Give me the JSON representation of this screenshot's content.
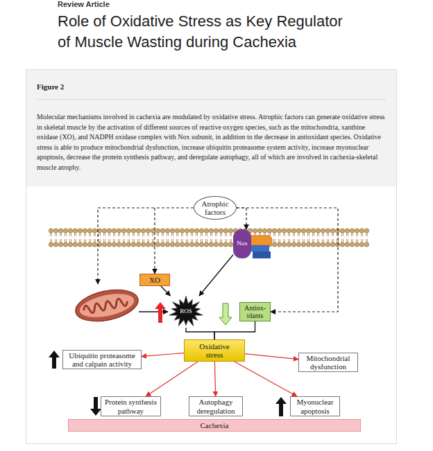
{
  "diagram": {
    "title": "Role of Oxidative Stress as Key Regulator of Muscle Wasting during Cachexia",
    "caption": "Molecular mechanisms involved in cachexia are modulated by oxidative stress. Atrophic factors can generate oxidative stress in skeletal muscle by the activation of different sources of reactive oxygen species, such as the mitochondria, xanthine oxidase (XO), and NADPH oxidase complex with Nox subunit, in addition to the decrease in antioxidant species. Oxidative stress is able to produce mitochondrial dysfunction, increase ubiquitin proteasome system activity, increase myonuclear apoptosis, decrease the protein synthesis pathway, and deregulate autophagy, all of which are involved in cachexia-skeletal muscle atrophy.",
    "nodes": [
      {
        "text": [
          "Atrophic factors"
        ]
      },
      {
        "text": [
          "Nox"
        ]
      },
      {
        "text": [
          "XO"
        ]
      },
      {
        "text": [
          "ROS"
        ]
      },
      {
        "text": [
          "Antiox- idants"
        ]
      },
      {
        "text": [
          "Oxidative stress"
        ]
      },
      {
        "text": [
          "Ubiquitin proteasome and calpain activity"
        ]
      },
      {
        "text": [
          "Mitochondrial dysfunction"
        ]
      },
      {
        "text": [
          "Protein synthesis pathway"
        ]
      },
      {
        "text": [
          "Autophagy deregulation"
        ]
      },
      {
        "text": [
          "Myonuclear apoptosis"
        ]
      },
      {
        "text": [
          "Cachexia"
        ]
      }
    ],
    "edges": [
      {
        "from": 0,
        "to": 2,
        "arrow": "to"
      },
      {
        "from": 0,
        "to": 1,
        "arrow": "to"
      },
      {
        "from": 0,
        "to": 4,
        "arrow": "to"
      },
      {
        "from": 2,
        "to": 3,
        "arrow": "to"
      },
      {
        "from": 1,
        "to": 3,
        "arrow": "to"
      },
      {
        "from": 3,
        "to": 5,
        "arrow": "none"
      },
      {
        "from": 4,
        "to": 5,
        "arrow": "none"
      },
      {
        "from": 5,
        "to": 6,
        "arrow": "to"
      },
      {
        "from": 5,
        "to": 7,
        "arrow": "to"
      },
      {
        "from": 5,
        "to": 8,
        "arrow": "to"
      },
      {
        "from": 5,
        "to": 9,
        "arrow": "to"
      },
      {
        "from": 5,
        "to": 10,
        "arrow": "to"
      }
    ],
    "labels": [
      "Review Article",
      "Figure 2"
    ]
  }
}
